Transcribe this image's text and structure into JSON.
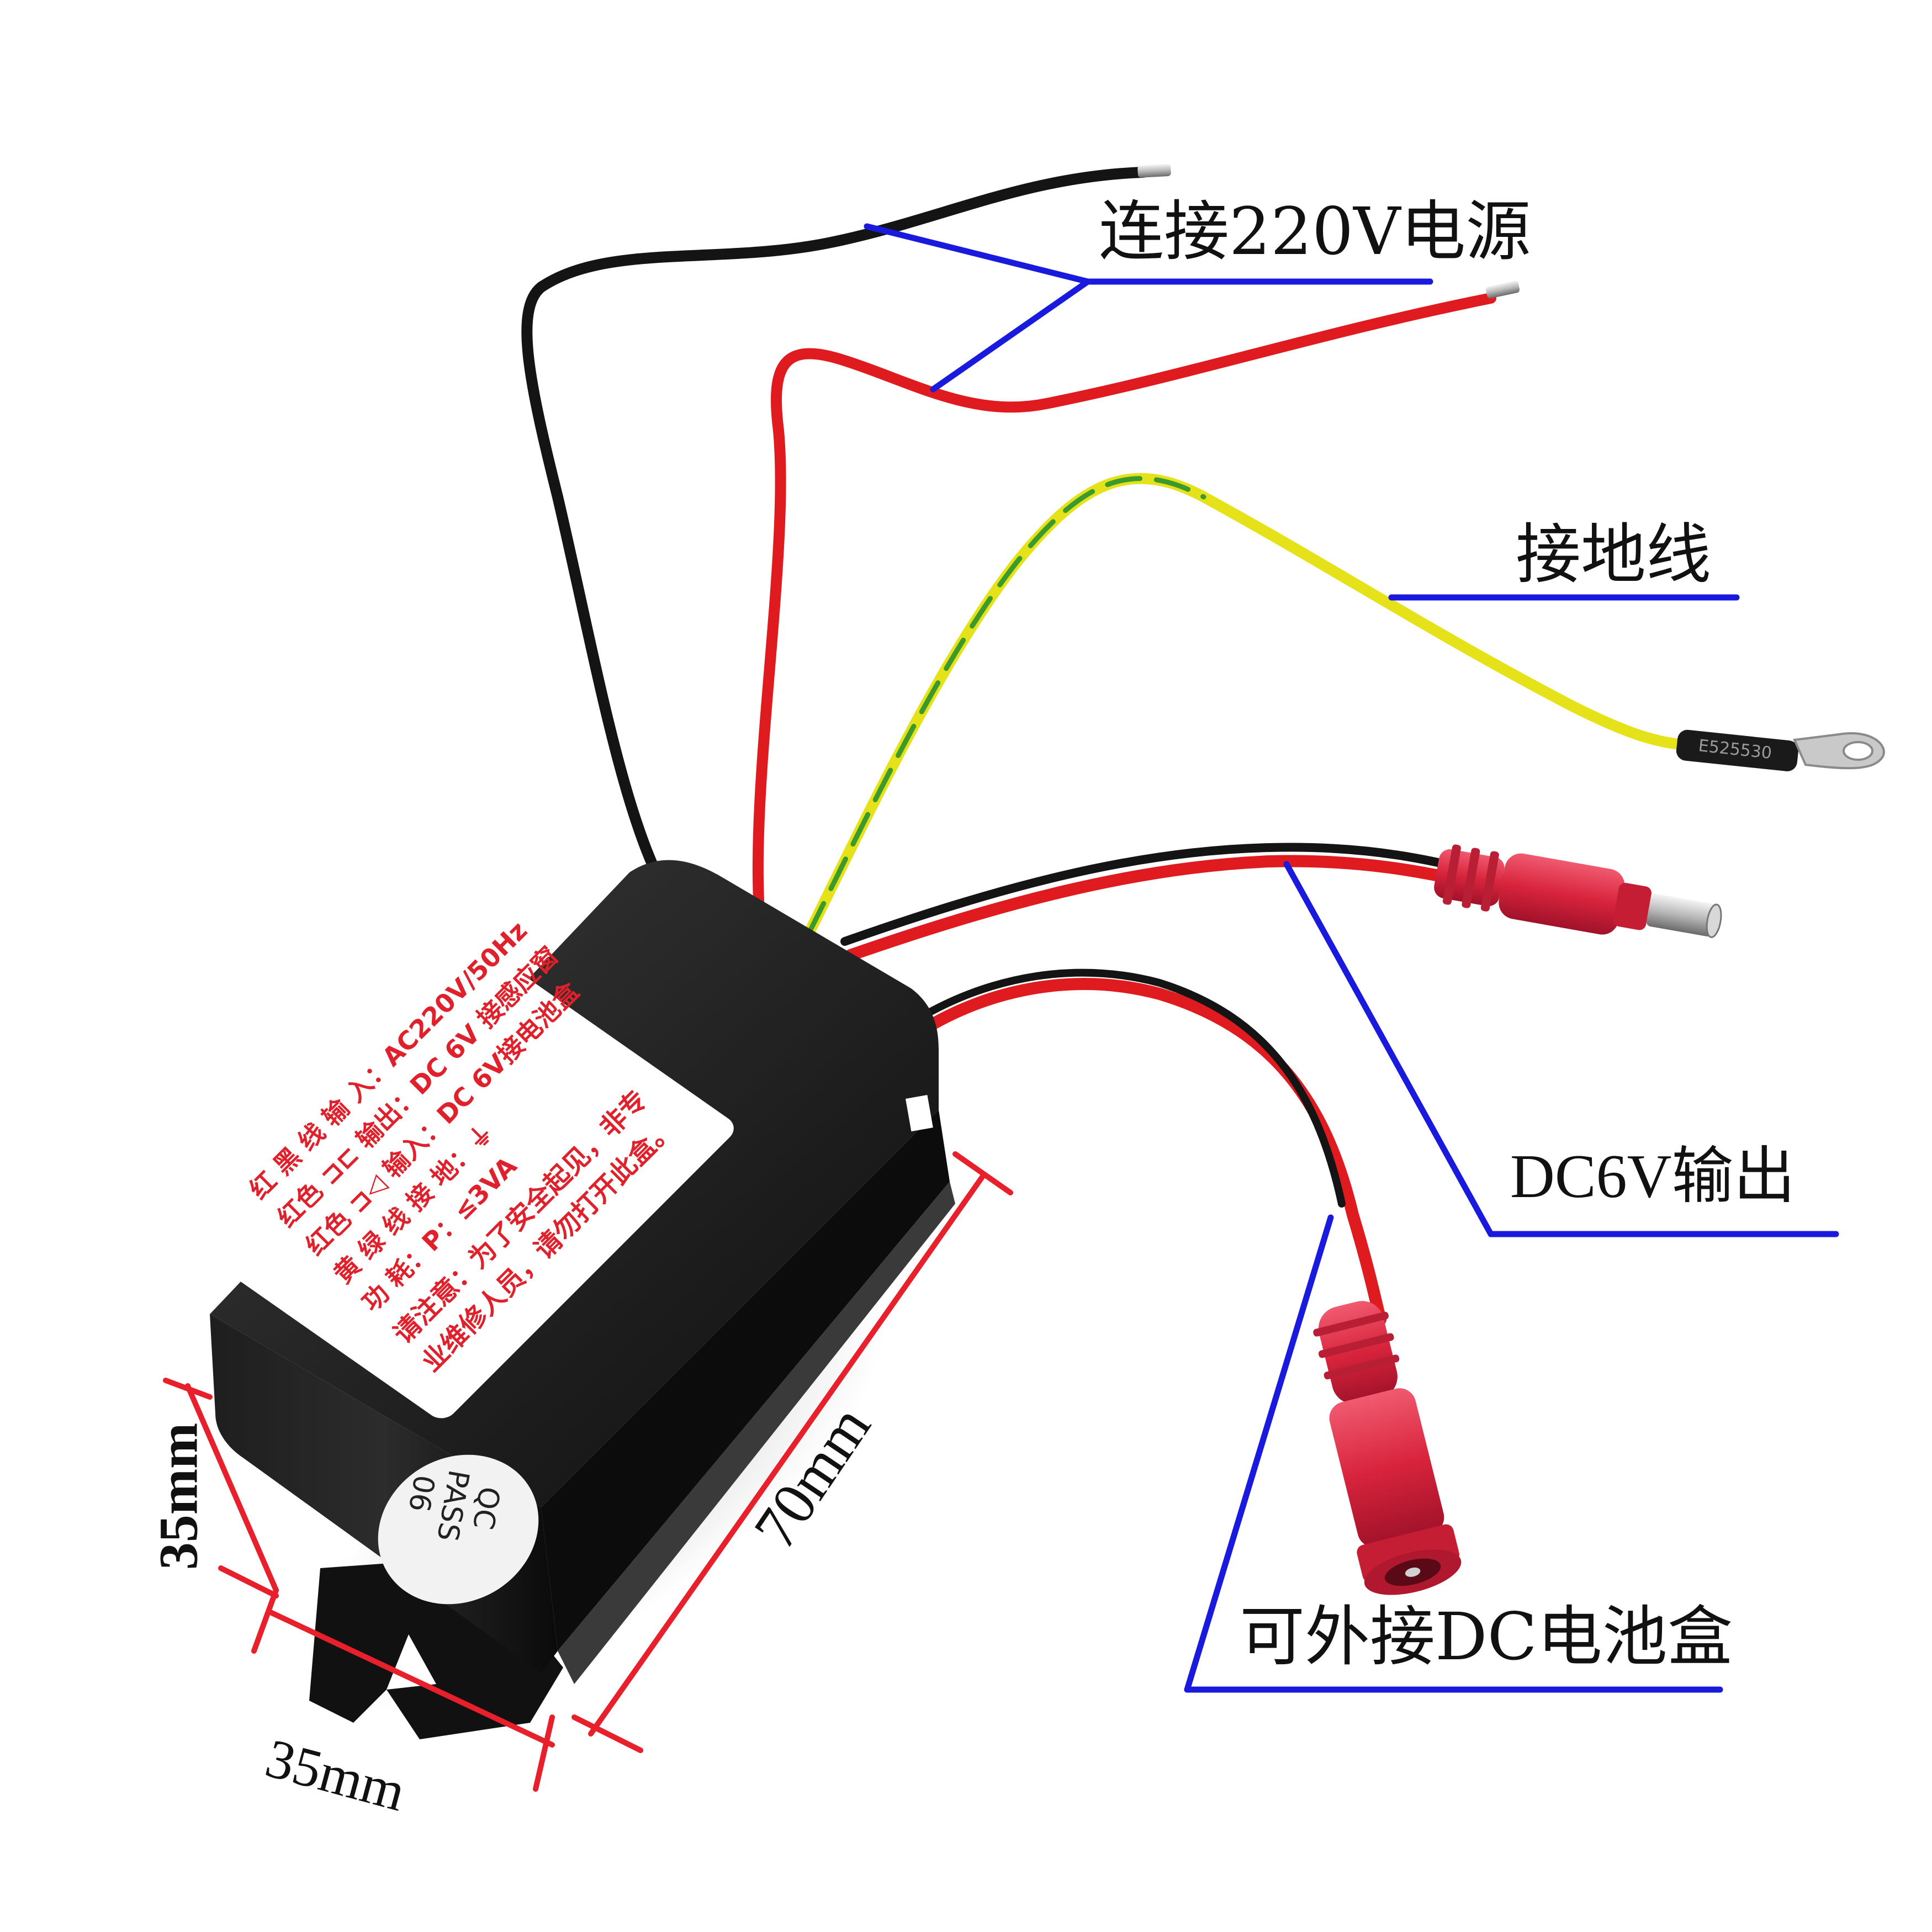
{
  "callouts": {
    "power": "连接220V电源",
    "ground": "接地线",
    "dc_out": "DC6V输出",
    "battery": "可外接DC电池盒"
  },
  "dimensions": {
    "height": "35mm",
    "width": "35mm",
    "length": "70mm"
  },
  "label": {
    "line1": "红 黑 线 输  入：AC220V/50Hz",
    "line2": "红色 ⊐⊏ 输出：DC 6V 接感应窗",
    "line3": "红色 ⊐◁ 输入：DC 6V接电池盒",
    "line4": "黄 绿 线 接 地：⏚",
    "line5": "功       耗：P：≤3VA",
    "line6": "请注意：为了安全起见，非专",
    "line7": "业维修人员，请勿打开此盒。"
  },
  "qc_sticker": {
    "line1": "QC",
    "line2": "PASS",
    "line3": "06"
  },
  "terminal_marking": "E525530",
  "colors": {
    "pointer_line": "#1a1adf",
    "dimension_line": "#e8202c",
    "wire_red": "#e01b1f",
    "wire_black": "#141414",
    "wire_yellow": "#e6e21a",
    "wire_green": "#3c9a2c",
    "connector_red": "#d8243c",
    "housing": "#161616"
  }
}
